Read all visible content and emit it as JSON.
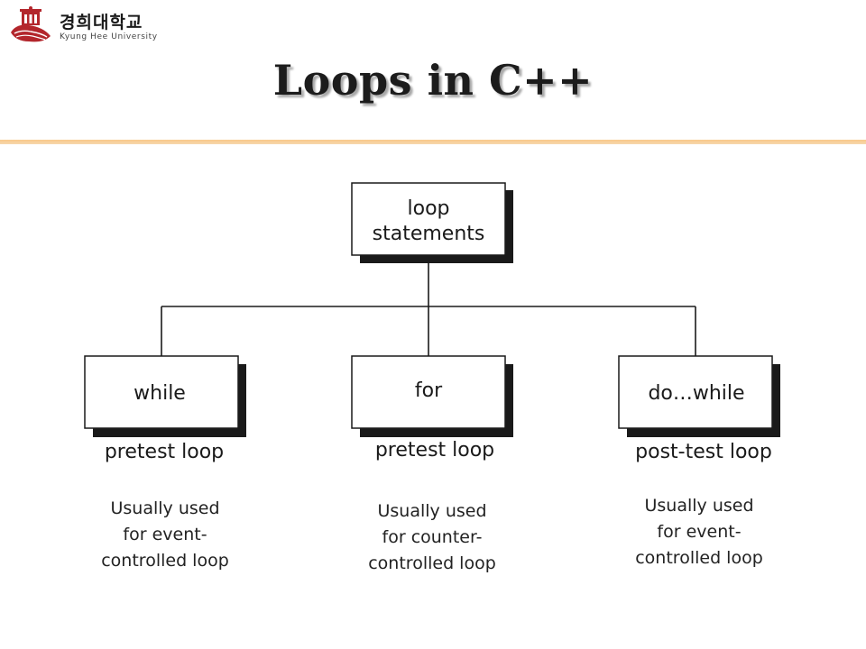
{
  "header": {
    "logo_korean": "경희대학교",
    "logo_english": "Kyung Hee University"
  },
  "title": "Loops in C++",
  "diagram": {
    "root": {
      "lines": [
        "loop",
        "statements"
      ]
    },
    "children": [
      {
        "label": "while",
        "type": "pretest loop",
        "note": [
          "Usually used",
          "for event-",
          "controlled loop"
        ]
      },
      {
        "label": "for",
        "type": "pretest loop",
        "note": [
          "Usually used",
          "for counter-",
          "controlled loop"
        ]
      },
      {
        "label": "do…while",
        "type": "post-test loop",
        "note": [
          "Usually used",
          "for event-",
          "controlled loop"
        ]
      }
    ]
  },
  "colors": {
    "accent_rule": "#f9c98a",
    "logo_red": "#b3262c",
    "box_shadow": "#1a1a1a"
  }
}
